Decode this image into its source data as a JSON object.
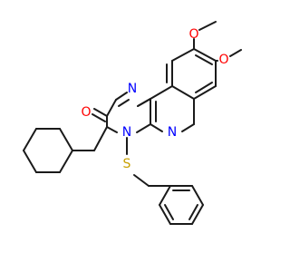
{
  "colors": {
    "bond": "#1a1a1a",
    "oxygen": "#ff0000",
    "nitrogen": "#0000ff",
    "sulfur": "#c8a000"
  },
  "atoms": {
    "o_methoxy_top": "O",
    "o_methoxy_right": "O",
    "o_carbonyl": "O",
    "n_imidazole": "N",
    "n_bridgehead": "N",
    "n_quinazoline": "N",
    "s_thioether": "S"
  }
}
